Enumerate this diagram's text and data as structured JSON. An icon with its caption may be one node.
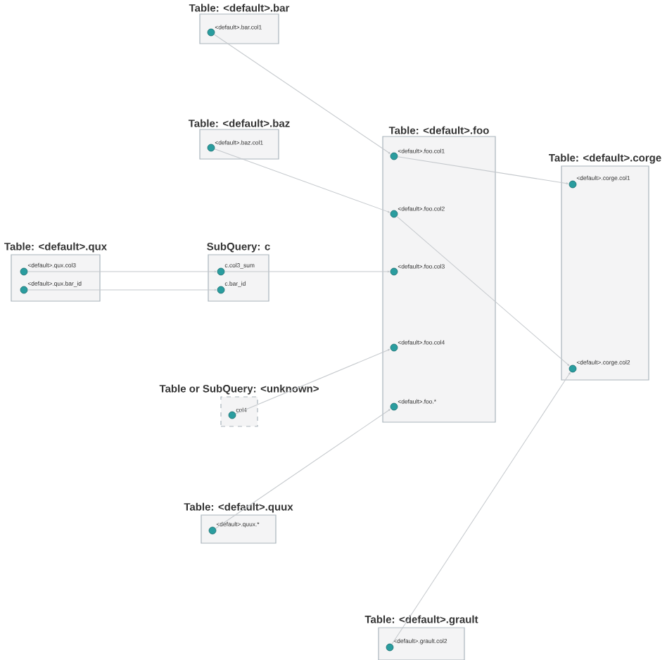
{
  "diagram": {
    "nodes": [
      {
        "text": [
          "Table: <default>.bar"
        ]
      },
      {
        "text": [
          "<default>.bar.col1"
        ],
        "in": 0
      },
      {
        "text": [
          "Table: <default>.baz"
        ]
      },
      {
        "text": [
          "<default>.baz.col1"
        ],
        "in": 2
      },
      {
        "text": [
          "Table: <default>.foo"
        ]
      },
      {
        "text": [
          "<default>.foo.col1"
        ],
        "in": 4
      },
      {
        "text": [
          "<default>.foo.col2"
        ],
        "in": 4
      },
      {
        "text": [
          "<default>.foo.col3"
        ],
        "in": 4
      },
      {
        "text": [
          "<default>.foo.col4"
        ],
        "in": 4
      },
      {
        "text": [
          "<default>.foo.*"
        ],
        "in": 4
      },
      {
        "text": [
          "Table: <default>.corge"
        ]
      },
      {
        "text": [
          "<default>.corge.col1"
        ],
        "in": 10
      },
      {
        "text": [
          "<default>.corge.col2"
        ],
        "in": 10
      },
      {
        "text": [
          "Table: <default>.qux"
        ]
      },
      {
        "text": [
          "<default>.qux.col3"
        ],
        "in": 13
      },
      {
        "text": [
          "<default>.qux.bar_id"
        ],
        "in": 13
      },
      {
        "text": [
          "SubQuery: c"
        ]
      },
      {
        "text": [
          "c.col3_sum"
        ],
        "in": 16
      },
      {
        "text": [
          "c.bar_id"
        ],
        "in": 16
      },
      {
        "text": [
          "Table or SubQuery: <unknown>"
        ]
      },
      {
        "text": [
          "col4"
        ],
        "in": 19
      },
      {
        "text": [
          "Table: <default>.quux"
        ]
      },
      {
        "text": [
          "<default>.quux.*"
        ],
        "in": 21
      },
      {
        "text": [
          "Table: <default>.grault"
        ]
      },
      {
        "text": [
          "<default>.grault.col2"
        ],
        "in": 23
      }
    ],
    "edges": [
      {
        "from": 1,
        "to": 5,
        "arrow": "to"
      },
      {
        "from": 3,
        "to": 6,
        "arrow": "to"
      },
      {
        "from": 14,
        "to": 17,
        "arrow": "to"
      },
      {
        "from": 15,
        "to": 18,
        "arrow": "to"
      },
      {
        "from": 17,
        "to": 7,
        "arrow": "to"
      },
      {
        "from": 20,
        "to": 8,
        "arrow": "to"
      },
      {
        "from": 22,
        "to": 9,
        "arrow": "to"
      },
      {
        "from": 5,
        "to": 11,
        "arrow": "to"
      },
      {
        "from": 6,
        "to": 12,
        "arrow": "to"
      },
      {
        "from": 24,
        "to": 12,
        "arrow": "to"
      }
    ]
  }
}
